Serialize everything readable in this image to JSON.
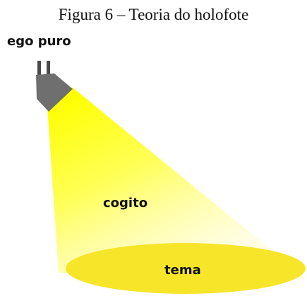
{
  "figure": {
    "caption": "Figura 6 – Teoria do holofote"
  },
  "labels": {
    "source": "ego puro",
    "beam": "cogito",
    "target": "tema"
  },
  "colors": {
    "beam": "#ffff00",
    "spot": "#f7e52a",
    "lamp_body": "#6f6f6f",
    "lamp_mount": "#4a4a4a",
    "text": "#111111"
  }
}
